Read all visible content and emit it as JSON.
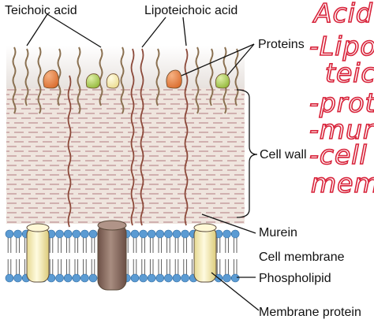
{
  "diagram": {
    "labels": {
      "teichoic_acid": "Teichoic acid",
      "lipoteichoic_acid": "Lipoteichoic acid",
      "proteins": "Proteins",
      "cell_wall": "Cell wall",
      "murein": "Murein",
      "cell_membrane": "Cell membrane",
      "phospholipid": "Phospholipid",
      "membrane_protein": "Membrane protein"
    },
    "handwritten_notes": [
      "Acid",
      "-Lipo",
      "teich",
      "-prot",
      "-mur",
      "-cell",
      "memb"
    ],
    "colors": {
      "handwriting": "#d8233a",
      "teichoic_strand": "#8a7050",
      "lipoteichoic_strand": "#8c4a3a",
      "orange_protein": "#e07b38",
      "green_protein": "#a6c94a",
      "yellow_protein": "#f3e8b0",
      "membrane_protein_center": "#8d6e60",
      "phospholipid_head": "#5b9bd3",
      "cell_wall_fill": "#efe5de",
      "mesh_dash": "#b07a80"
    }
  }
}
